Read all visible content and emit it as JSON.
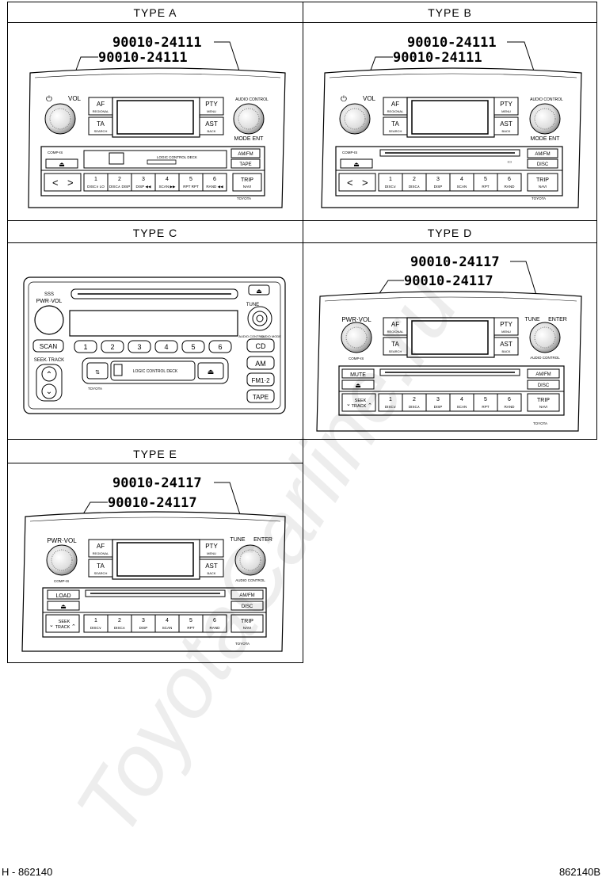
{
  "types": {
    "a": "TYPE A",
    "b": "TYPE B",
    "c": "TYPE C",
    "d": "TYPE D",
    "e": "TYPE E"
  },
  "part_numbers": {
    "a1": "90010-24111",
    "a2": "90010-24111",
    "b1": "90010-24111",
    "b2": "90010-24111",
    "d1": "90010-24117",
    "d2": "90010-24117",
    "e1": "90010-24117",
    "e2": "90010-24117"
  },
  "radio_ab": {
    "vol": "VOL",
    "af": "AF",
    "af_sub": "REGIONAL",
    "ta": "TA",
    "ta_sub": "SEARCH",
    "pty": "PTY",
    "pty_sub": "MENU",
    "ast": "AST",
    "ast_sub": "BACK",
    "audio_control": "AUDIO CONTROL",
    "mode_ent": "MODE ENT",
    "comp_is": "COMP-IS",
    "am_fm": "AM/FM",
    "tape": "TAPE",
    "disc": "DISC",
    "trip": "TRIP",
    "trip_sub": "NAVI",
    "brand": "TOYOTA",
    "deck_label": "LOGIC CONTROL DECK",
    "preset_nums": [
      "1",
      "2",
      "3",
      "4",
      "5",
      "6"
    ],
    "preset_subs_a": [
      "DISC∨ LO",
      "DISC∧ DISP",
      "DISP ◀◀",
      "SCAN ▶▶",
      "RPT RPT",
      "RAND ◀◀"
    ],
    "preset_subs_b": [
      "DISC∨",
      "DISC∧",
      "DISP",
      "SCAN",
      "RPT",
      "RAND"
    ]
  },
  "radio_c": {
    "sss": "SSS",
    "pwr_vol": "PWR·VOL",
    "tune": "TUNE",
    "scan": "SCAN",
    "seek_track": "SEEK·TRACK",
    "audio_control": "AUDIO CONTROL",
    "audio_mode": "AUDIO MODE",
    "cd": "CD",
    "am": "AM",
    "fm": "FM1·2",
    "tape": "TAPE",
    "deck_label": "LOGIC CONTROL DECK",
    "brand": "TOYOTA",
    "presets": [
      "1",
      "2",
      "3",
      "4",
      "5",
      "6"
    ]
  },
  "radio_de": {
    "pwr_vol": "PWR·VOL",
    "tune": "TUNE",
    "enter": "ENTER",
    "comp_is": "COMP-IS",
    "mute": "MUTE",
    "load": "LOAD",
    "seek": "SEEK",
    "track": "TRACK",
    "am_fm": "AM/FM",
    "disc": "DISC",
    "trip": "TRIP",
    "trip_sub": "NAVI",
    "brand": "TOYOTA",
    "audio_control": "AUDIO CONTROL",
    "preset_nums": [
      "1",
      "2",
      "3",
      "4",
      "5",
      "6"
    ],
    "preset_subs": [
      "DISC∨",
      "DISC∧",
      "DISP",
      "SCAN",
      "RPT",
      "RAND"
    ]
  },
  "watermark": "ToyotaCarline.ru",
  "footer": {
    "left": "H - 862140",
    "right": "862140B"
  }
}
